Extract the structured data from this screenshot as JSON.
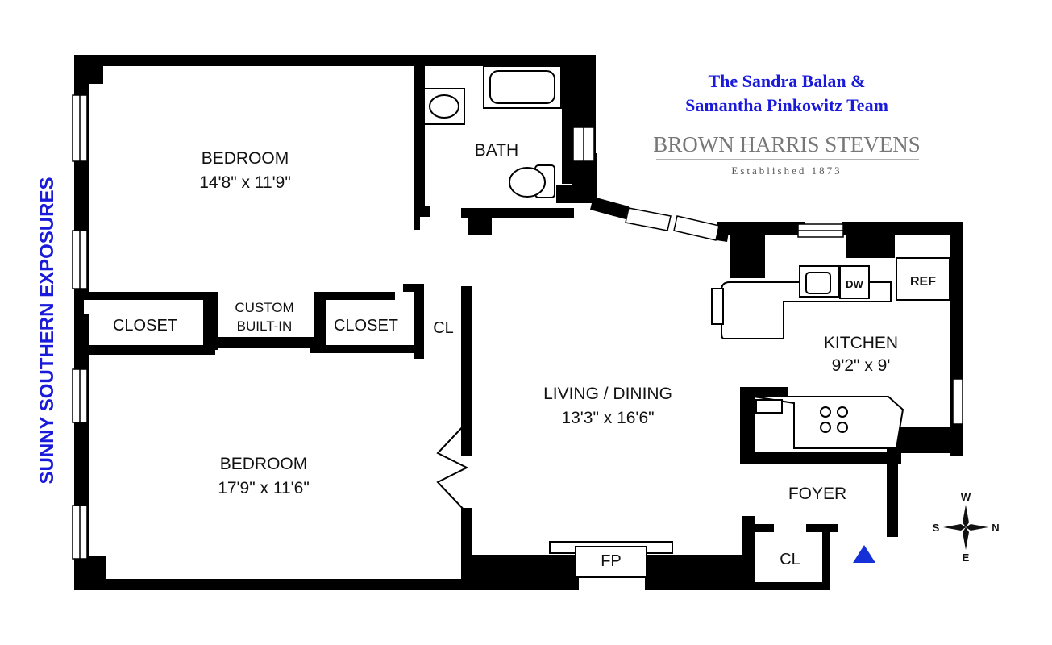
{
  "side_label": "SUNNY SOUTHERN EXPOSURES",
  "branding": {
    "team_line1": "The Sandra Balan &",
    "team_line2": "Samantha Pinkowitz Team",
    "company": "BROWN HARRIS STEVENS",
    "established": "Established 1873",
    "team_color": "#1a1adb",
    "company_color": "#777777"
  },
  "rooms": {
    "bedroom1": {
      "name": "BEDROOM",
      "size": "14'8\" x 11'9\""
    },
    "bedroom2": {
      "name": "BEDROOM",
      "size": "17'9\" x 11'6\""
    },
    "bath": {
      "name": "BATH"
    },
    "living": {
      "name": "LIVING / DINING",
      "size": "13'3\" x 16'6\""
    },
    "kitchen": {
      "name": "KITCHEN",
      "size": "9'2\" x 9'"
    },
    "foyer": {
      "name": "FOYER"
    },
    "closet_left": "CLOSET",
    "custom_line1": "CUSTOM",
    "custom_line2": "BUILT-IN",
    "closet_right": "CLOSET",
    "cl_upper": "CL",
    "cl_foyer": "CL",
    "fireplace": "FP",
    "dishwasher": "DW",
    "refrigerator": "REF"
  },
  "compass": {
    "north": "N",
    "south": "S",
    "east": "E",
    "west": "W"
  },
  "colors": {
    "wall": "#000000",
    "entry_marker": "#1530d6",
    "side_label": "#1a1adb"
  }
}
